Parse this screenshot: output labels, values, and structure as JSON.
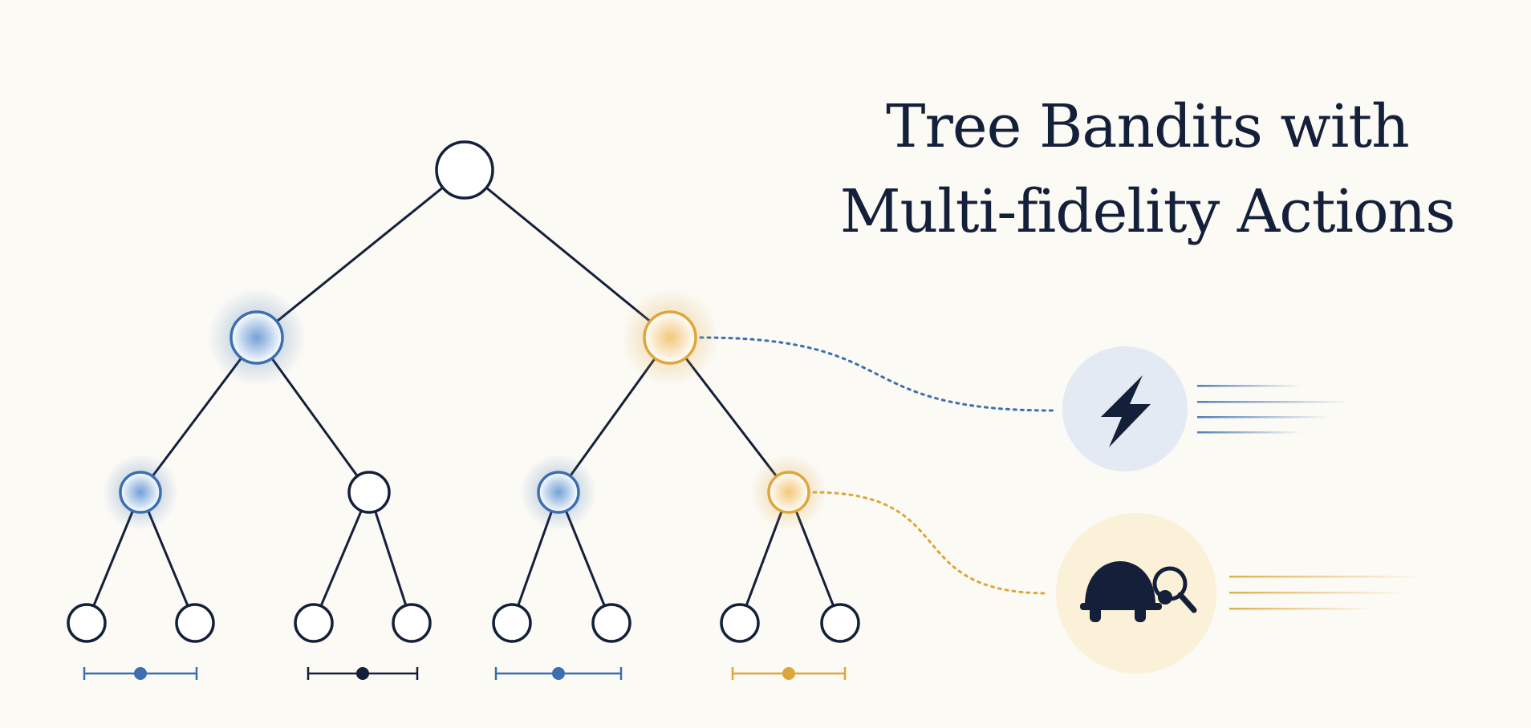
{
  "title": {
    "line1": "Tree Bandits with",
    "line2": "Multi-fidelity Actions"
  },
  "colors": {
    "ink": "#14203a",
    "blue": "#3b6fb0",
    "gold": "#e0a53a",
    "background": "#fbfaf5"
  },
  "tree": {
    "root": {
      "id": "root",
      "highlight": "none"
    },
    "level1": [
      {
        "id": "n1",
        "parent": "root",
        "highlight": "blue"
      },
      {
        "id": "n2",
        "parent": "root",
        "highlight": "gold"
      }
    ],
    "level2": [
      {
        "id": "n11",
        "parent": "n1",
        "highlight": "blue"
      },
      {
        "id": "n12",
        "parent": "n1",
        "highlight": "none"
      },
      {
        "id": "n21",
        "parent": "n2",
        "highlight": "blue"
      },
      {
        "id": "n22",
        "parent": "n2",
        "highlight": "gold"
      }
    ],
    "leaves": [
      {
        "parent": "n11"
      },
      {
        "parent": "n11"
      },
      {
        "parent": "n12"
      },
      {
        "parent": "n12"
      },
      {
        "parent": "n21"
      },
      {
        "parent": "n21"
      },
      {
        "parent": "n22"
      },
      {
        "parent": "n22"
      }
    ],
    "interval_markers": [
      {
        "under": "n11",
        "color": "blue"
      },
      {
        "under": "n12",
        "color": "ink"
      },
      {
        "under": "n21",
        "color": "blue"
      },
      {
        "under": "n22",
        "color": "gold"
      }
    ]
  },
  "fidelity_actions": [
    {
      "name": "fast-action",
      "icon": "lightning-bolt-icon",
      "linked_node": "n2",
      "color": "blue"
    },
    {
      "name": "slow-action",
      "icon": "turtle-magnifier-icon",
      "linked_node": "n22",
      "color": "gold"
    }
  ]
}
